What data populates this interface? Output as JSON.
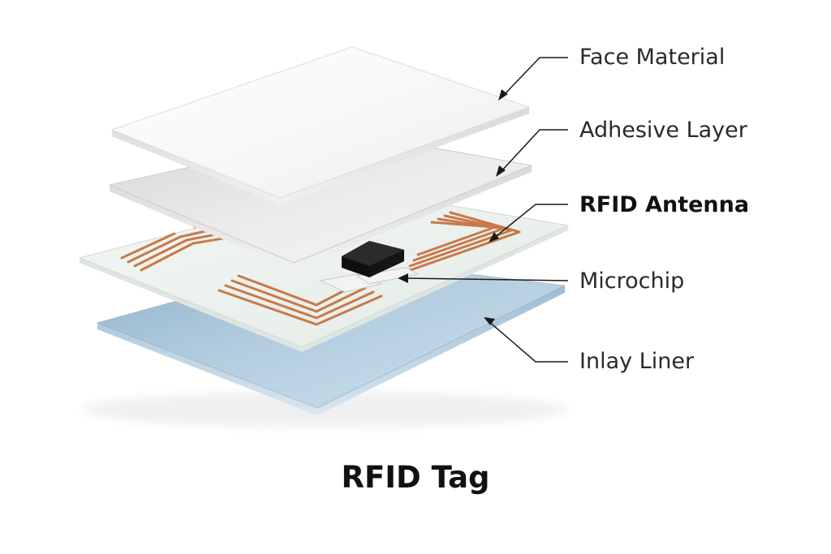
{
  "title": "RFID Tag",
  "labels": {
    "face_material": "Face Material",
    "adhesive_layer": "Adhesive Layer",
    "rfid_antenna": "RFID Antenna",
    "microchip": "Microchip",
    "inlay_liner": "Inlay Liner"
  },
  "colors": {
    "face": "#f6f6f6",
    "adhesive": "#e6e7e9",
    "inlay": "#eef2ef",
    "liner": "#a9c4d8",
    "copper": "#c8794a",
    "chip": "#1c1c1c",
    "leader": "#1a1a1a"
  }
}
